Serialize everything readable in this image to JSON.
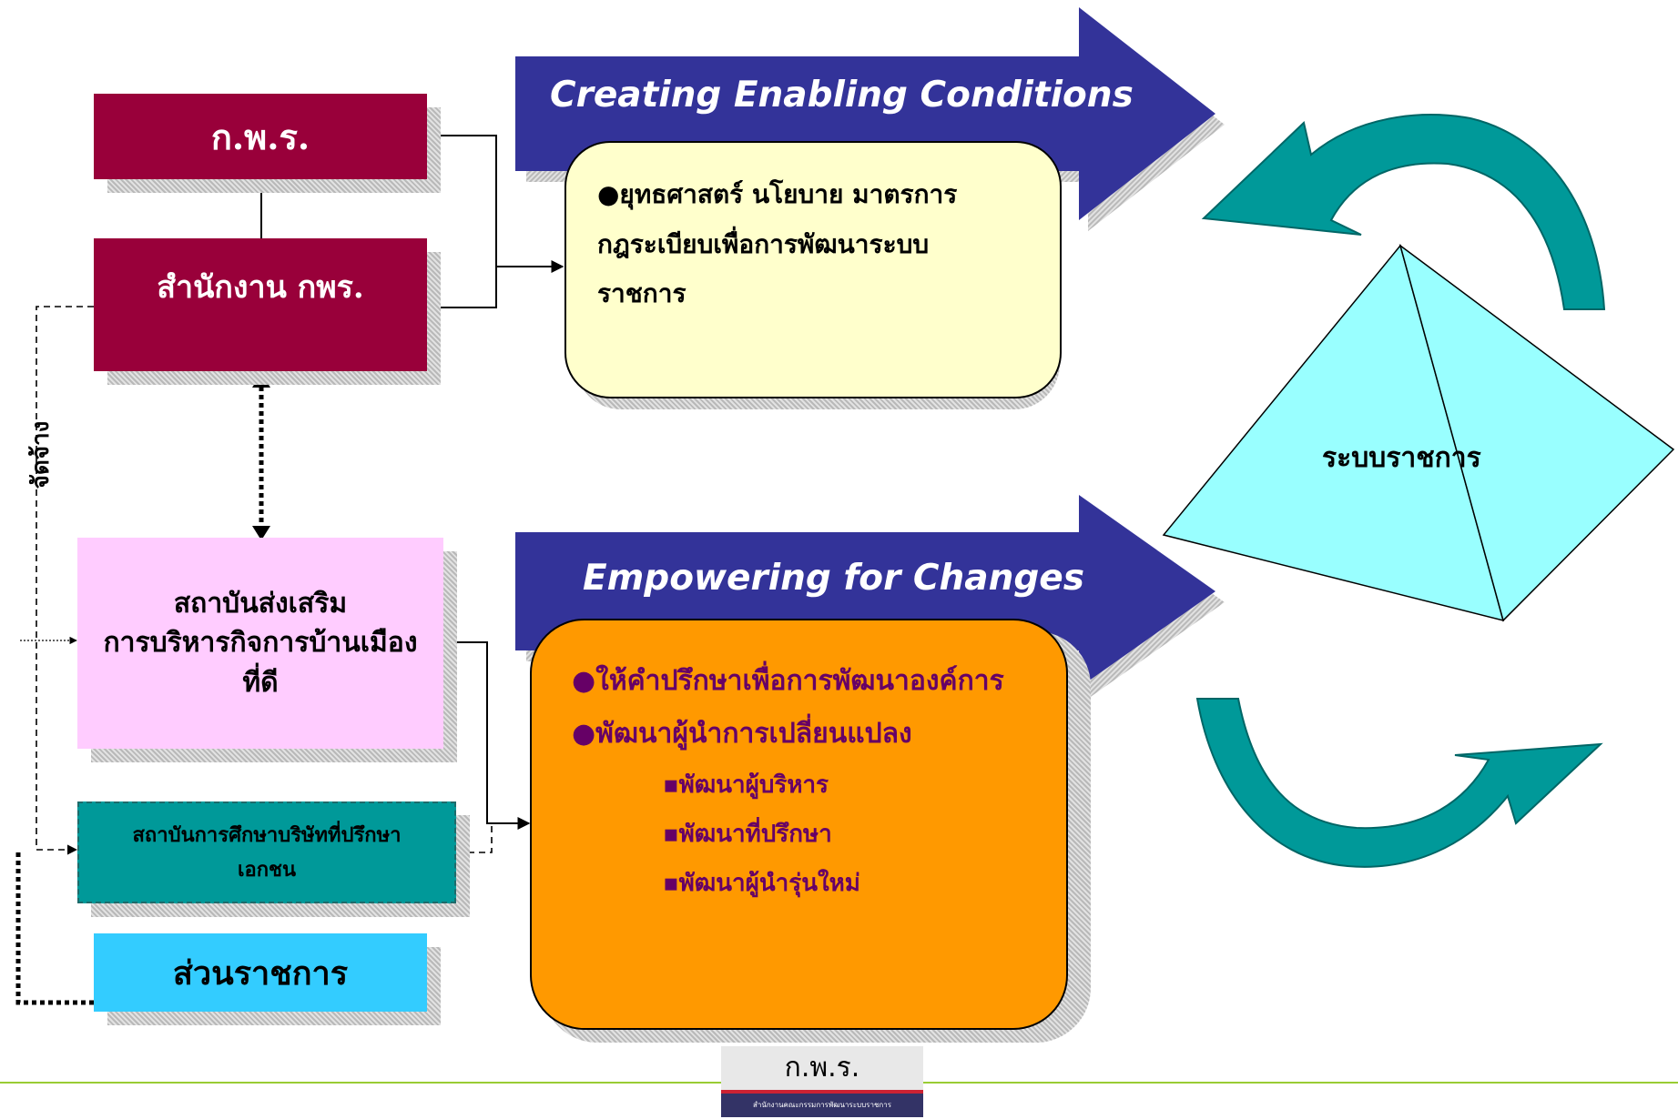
{
  "boxes": {
    "kpr": "ก.พ.ร.",
    "opdc": "สำนักงาน กพร.",
    "institute": [
      "สถาบันส่งเสริม",
      "การบริหารกิจการบ้านเมือง",
      "ที่ดี"
    ],
    "private": [
      "สถาบันการศึกษาบริษัทที่ปรึกษา",
      "เอกชน"
    ],
    "agencies": "ส่วนราชการ"
  },
  "side_label": "จัดจ้าง",
  "arrows": {
    "top": "Creating Enabling Conditions",
    "bottom": "Empowering for Changes"
  },
  "panel_top": {
    "lines": [
      "●ยุทธศาสตร์ นโยบาย มาตรการ",
      "กฎระเบียบเพื่อการพัฒนาระบบ",
      "ราชการ"
    ]
  },
  "panel_bottom": {
    "bullets": [
      "●ให้คำปรึกษาเพื่อการพัฒนาองค์การ",
      "●พัฒนาผู้นำการเปลี่ยนแปลง"
    ],
    "subs": [
      "▪พัฒนาผู้บริหาร",
      "▪พัฒนาที่ปรึกษา",
      "▪พัฒนาผู้นำรุ่นใหม่"
    ]
  },
  "pyramid_label": "ระบบราชการ",
  "footer_logo": {
    "title": "ก.พ.ร.",
    "subtitle": "สำนักงานคณะกรรมการพัฒนาระบบราชการ"
  },
  "colors": {
    "maroon": "#99003a",
    "pink": "#ffccff",
    "teal": "#009999",
    "sky": "#33ccff",
    "navy": "#333399",
    "cream": "#ffffcc",
    "orange": "#ff9900",
    "cyan": "#99ffff",
    "curve": "#009a9a",
    "footer_line": "#99cc33"
  }
}
